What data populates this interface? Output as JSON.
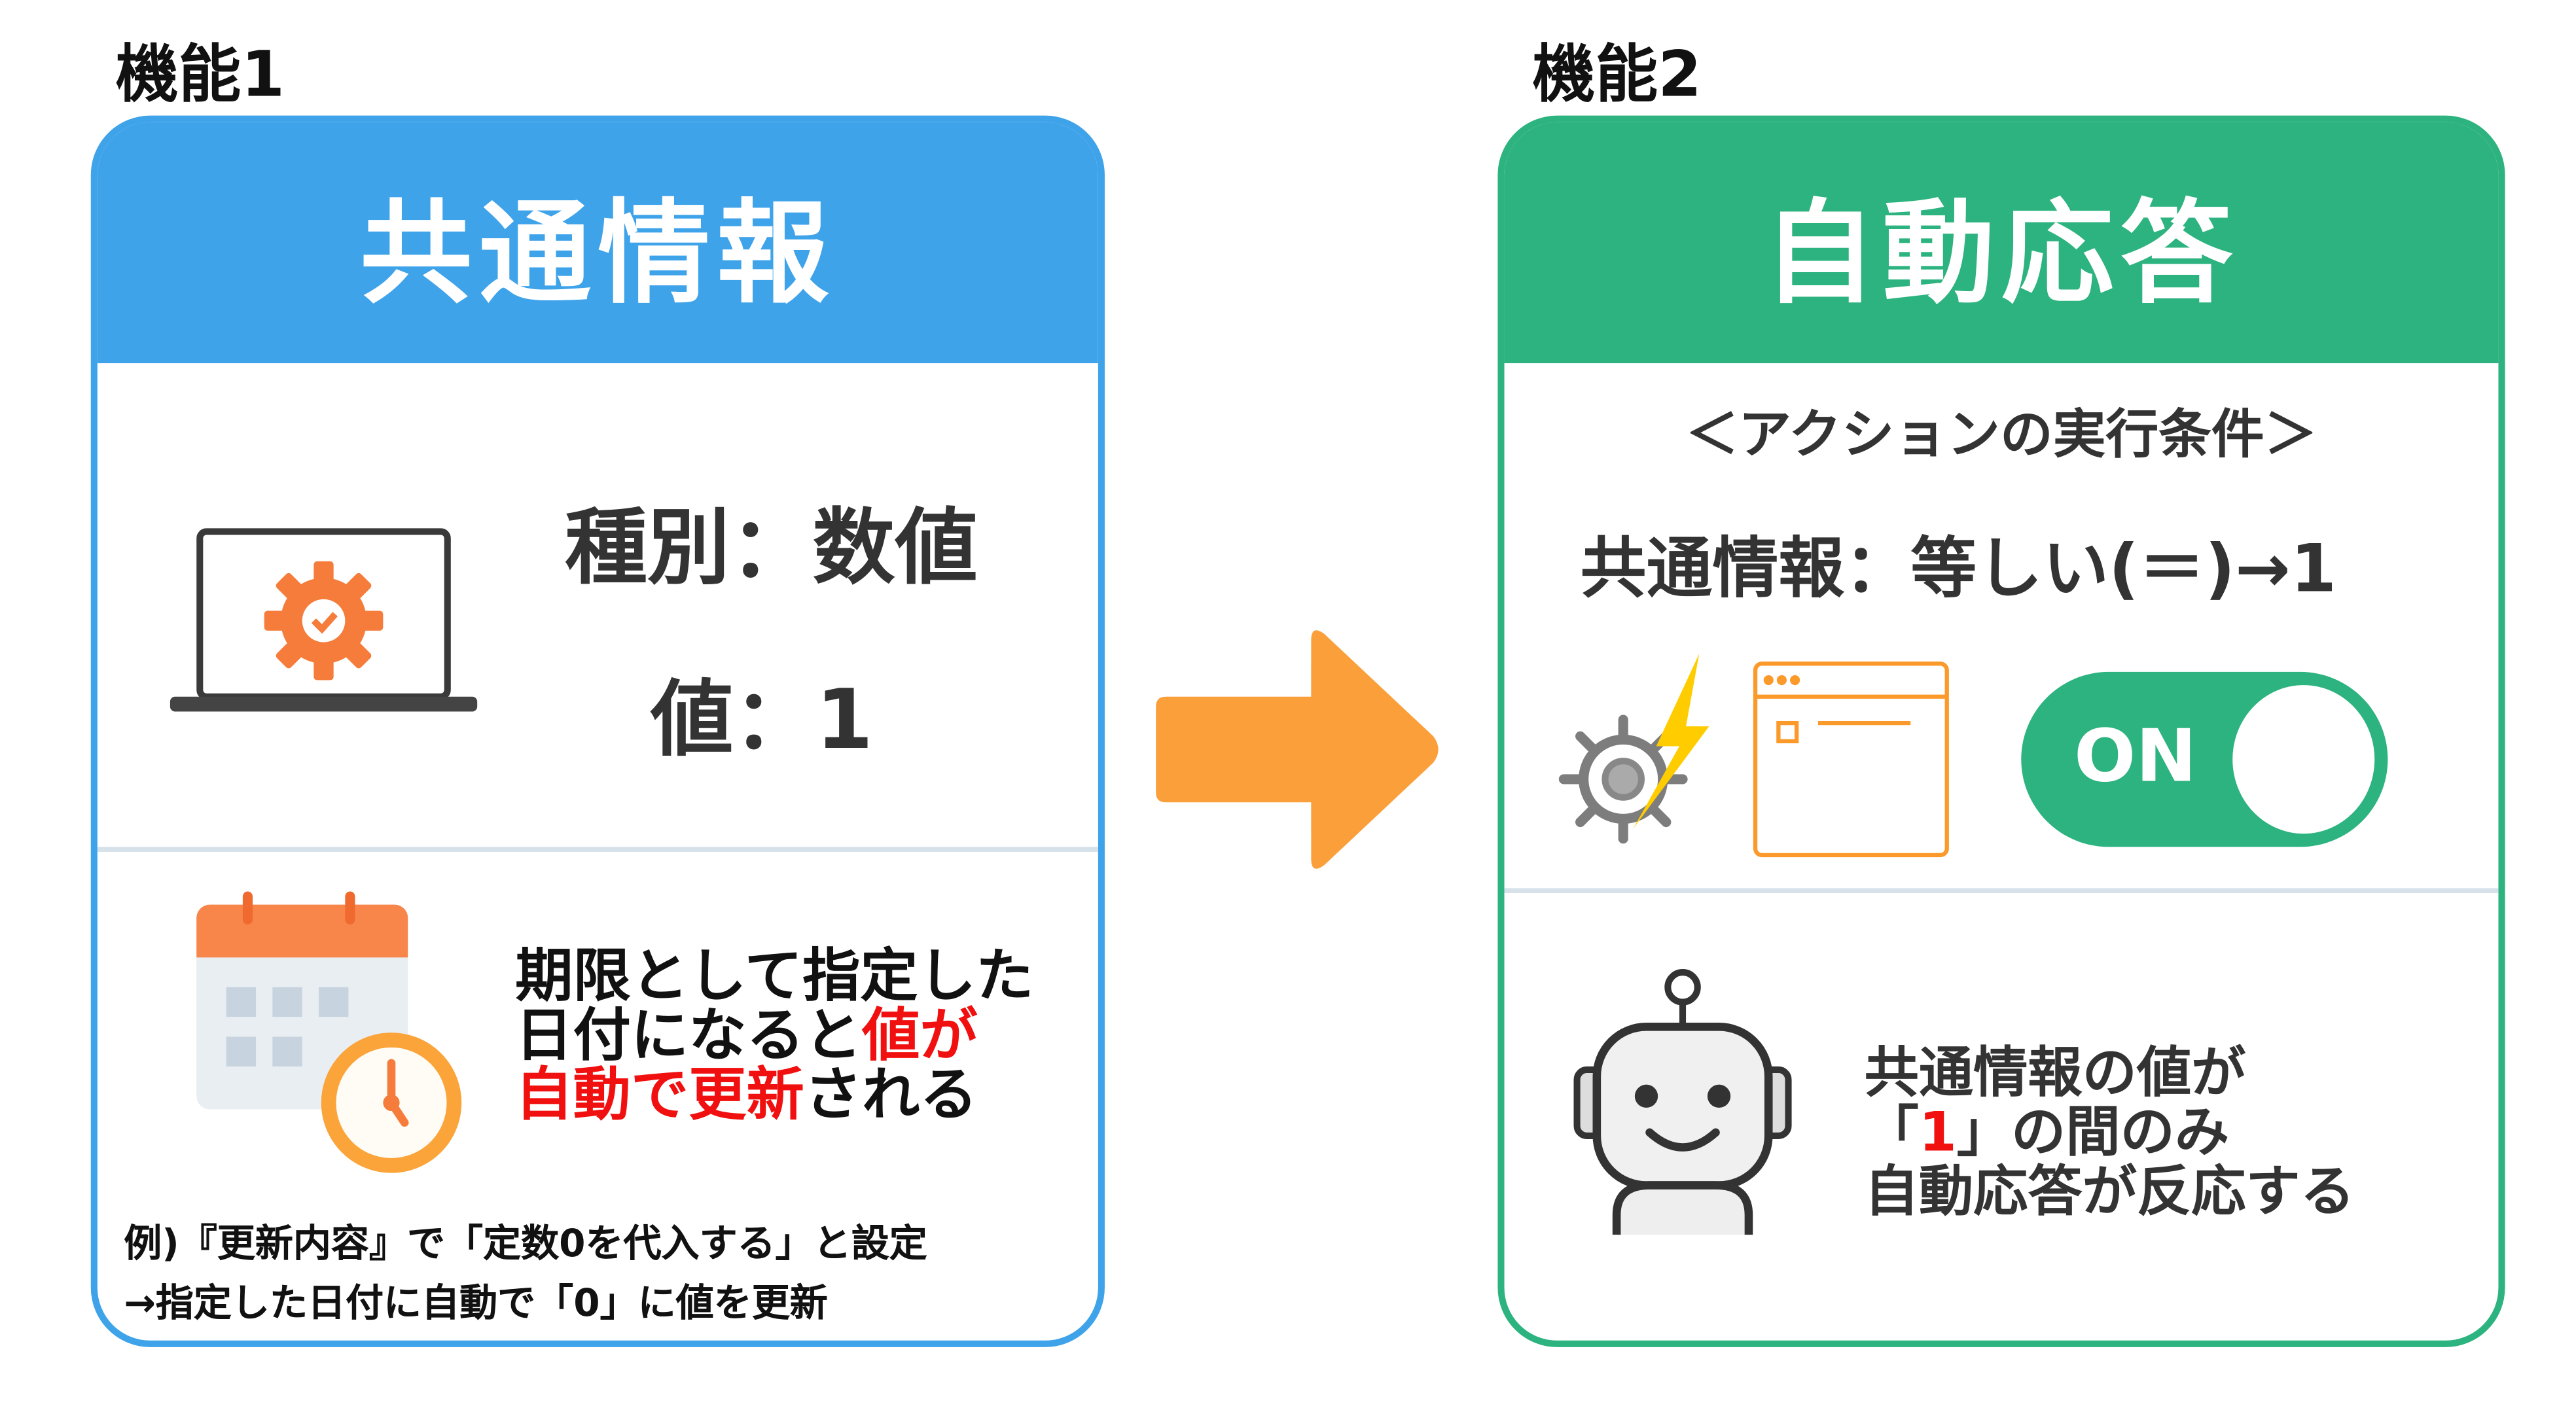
{
  "colors": {
    "blue": "#3fa3ea",
    "green": "#2db37f",
    "orange": "#fb9f3a",
    "red": "#f01010",
    "text": "#333333"
  },
  "feature1": {
    "label": "機能1",
    "title": "共通情報",
    "type_line": "種別：数値",
    "value_line": "値：1",
    "desc": [
      [
        {
          "t": "期限として指定した",
          "red": false
        }
      ],
      [
        {
          "t": "日付になると",
          "red": false
        },
        {
          "t": "値が",
          "red": true
        }
      ],
      [
        {
          "t": "自動で更新",
          "red": true
        },
        {
          "t": "される",
          "red": false
        }
      ]
    ],
    "desc_line1": "期限として指定した",
    "desc_line2a": "日付になると",
    "desc_line2b": "値が",
    "desc_line3a": "自動で更新",
    "desc_line3b": "される",
    "example_line1": "例)『更新内容』で「定数0を代入する」と設定",
    "example_line2": "→指定した日付に自動で「0」に値を更新",
    "icons": [
      "laptop-gear-icon",
      "calendar-clock-icon"
    ]
  },
  "arrow": {
    "icon": "arrow-right-icon"
  },
  "feature2": {
    "label": "機能2",
    "title": "自動応答",
    "condition_heading": "＜アクションの実行条件＞",
    "condition": "共通情報：等しい(＝)→1",
    "toggle_label": "ON",
    "toggle_state": "on",
    "desc_line1": "共通情報の値が",
    "desc_line2a": "「",
    "desc_line2b": "1",
    "desc_line2c": "」の間のみ",
    "desc_line3": "自動応答が反応する",
    "icons": [
      "gear-lightning-icon",
      "browser-window-icon",
      "robot-icon"
    ]
  }
}
